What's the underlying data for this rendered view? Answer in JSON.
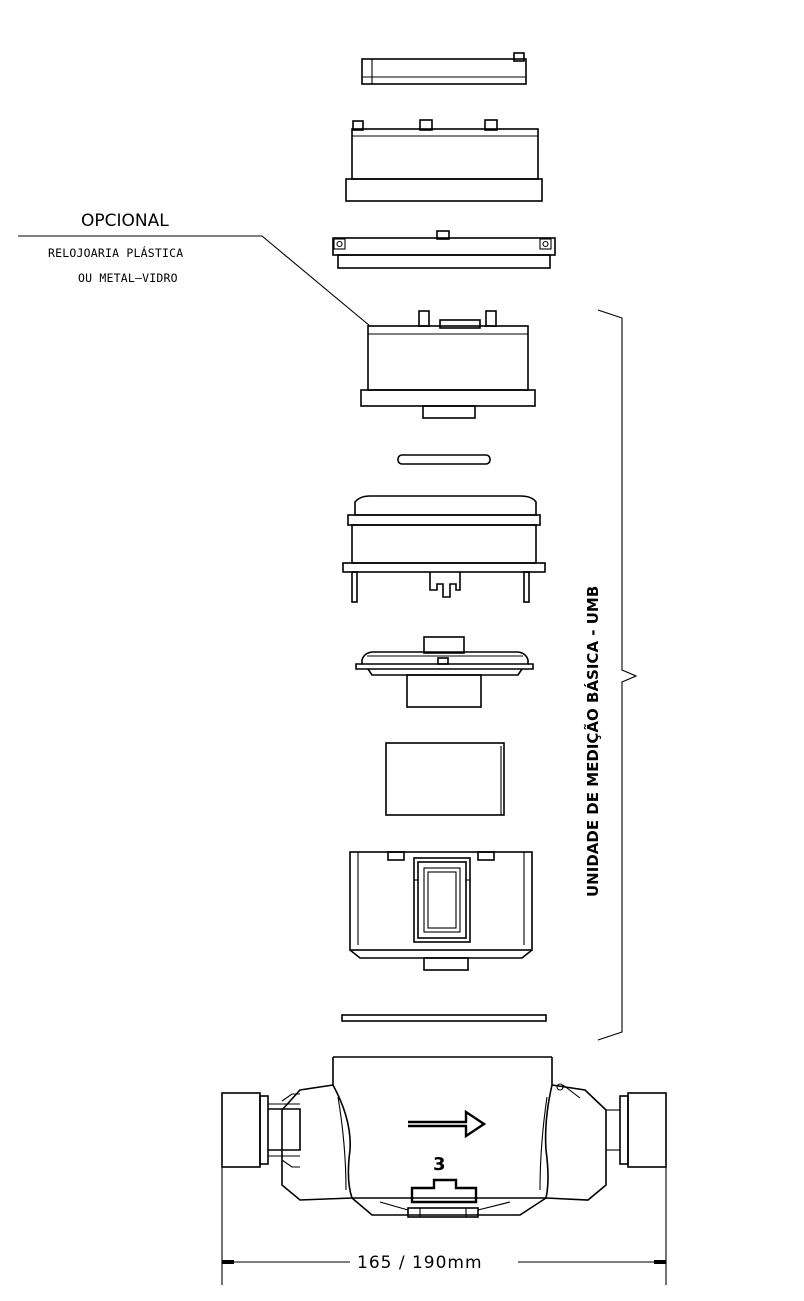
{
  "labels": {
    "optional_title": "OPCIONAL",
    "optional_line1": "RELOJOARIA PLÁSTICA",
    "optional_line2": "OU METAL–VIDRO",
    "umb_label": "UNIDADE DE MEDIÇÃO BÁSICA - UMB",
    "dimension": "165 / 190mm",
    "body_number": "3"
  },
  "icons": {
    "flow": "arrow-right-icon"
  },
  "colors": {
    "line": "#000000",
    "background": "#ffffff"
  }
}
